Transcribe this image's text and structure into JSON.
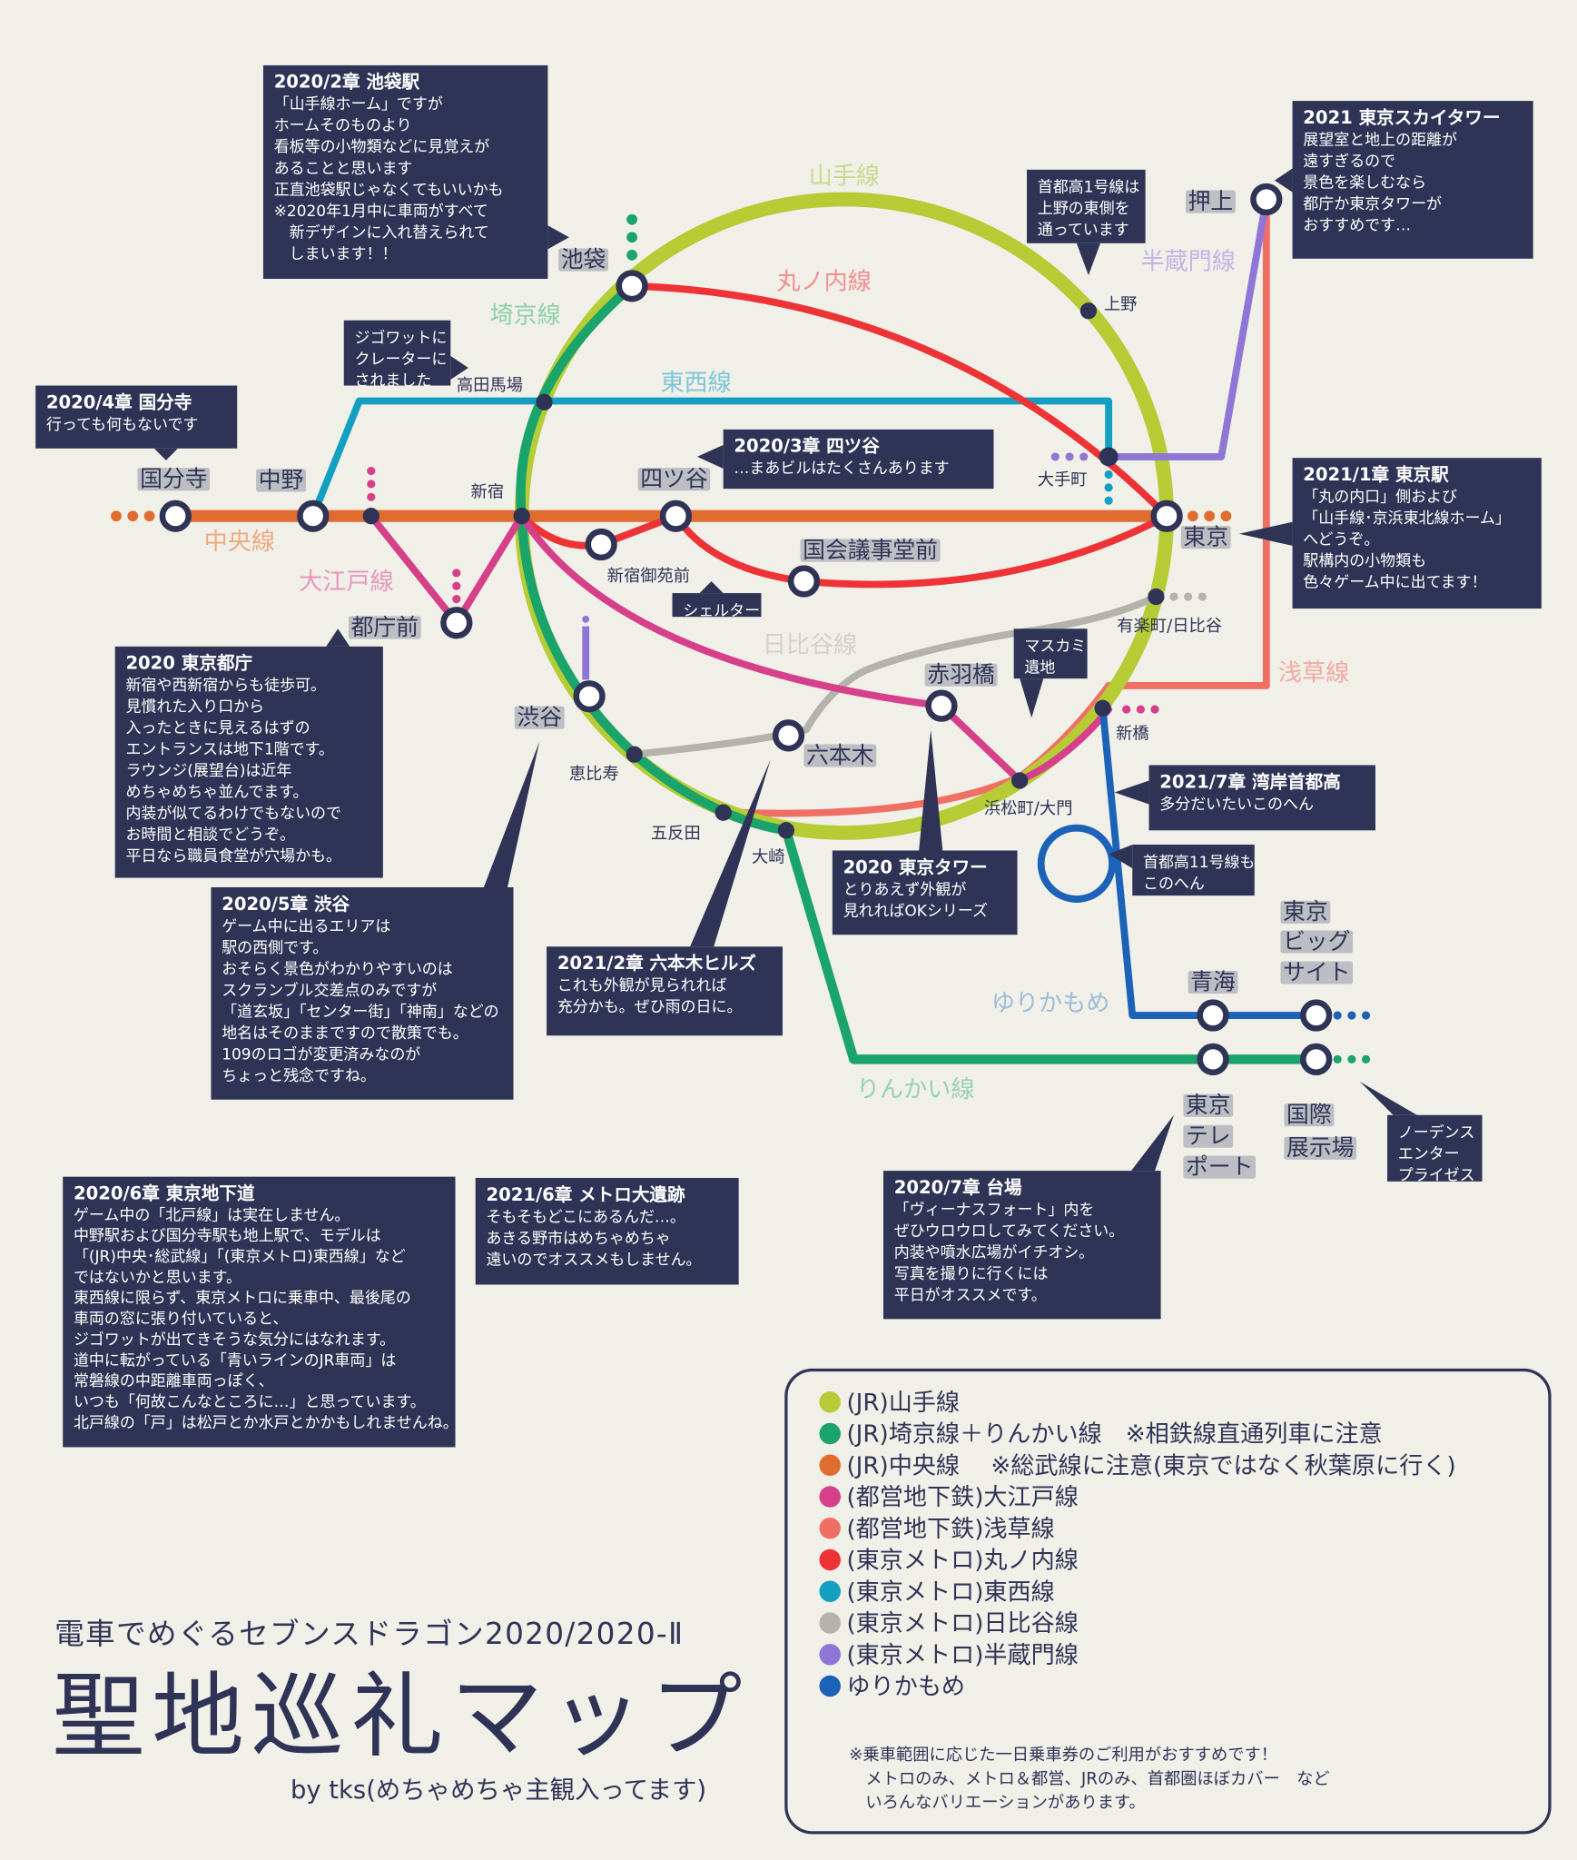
{
  "title": {
    "subtitle": "電車でめぐるセブンスドラゴン2020/2020-Ⅱ",
    "main": "聖地巡礼マップ",
    "byline": "by tks(めちゃめちゃ主観入ってます)"
  },
  "line_names": {
    "yamanote": "山手線",
    "marunouchi": "丸ノ内線",
    "saikyo": "埼京線",
    "tozai": "東西線",
    "chuo": "中央線",
    "oedo": "大江戸線",
    "hibiya": "日比谷線",
    "asakusa": "浅草線",
    "hanzomon": "半蔵門線",
    "yurikamome": "ゆりかもめ",
    "rinkai": "りんかい線"
  },
  "colors": {
    "yamanote": "#b5cc35",
    "saikyo": "#1aa36b",
    "chuo": "#e06c30",
    "oedo": "#d63f8a",
    "asakusa": "#ef6f64",
    "marunouchi": "#ee3337",
    "tozai": "#139fc1",
    "hibiya": "#b3b3ac",
    "hanzomon": "#8f76d6",
    "yurikamome": "#1b62b8",
    "box": "#2f3456",
    "background": "#f0efe8"
  },
  "stations": {
    "kokubunji": "国分寺",
    "nakano": "中野",
    "ikebukuro": "池袋",
    "yotsuya": "四ツ谷",
    "kokkai": "国会議事堂前",
    "tochomae": "都庁前",
    "shibuya": "渋谷",
    "roppongi": "六本木",
    "akabanebashi": "赤羽橋",
    "tokyo": "東京",
    "oshiage": "押上",
    "aomi": "青海",
    "bigsight": [
      "東京",
      "ビッグ",
      "サイト"
    ],
    "teleport": [
      "東京",
      "テレ",
      "ポート"
    ],
    "kokusai": [
      "国際",
      "展示場"
    ],
    "takadanobaba": "高田馬場",
    "shinjuku": "新宿",
    "shinjukugyoen": "新宿御苑前",
    "ueno": "上野",
    "otemachi": "大手町",
    "yurakucho": "有楽町/日比谷",
    "shinbashi": "新橋",
    "hamamatsucho": "浜松町/大門",
    "ebisu": "恵比寿",
    "gotanda": "五反田",
    "osaki": "大崎"
  },
  "callouts": [
    {
      "title": "2020/2章 池袋駅",
      "lines": [
        "「山手線ホーム」ですが",
        "ホームそのものより",
        "看板等の小物類などに見覚えが",
        "あることと思います",
        "正直池袋駅じゃなくてもいいかも",
        "※2020年1月中に車両がすべて",
        "　新デザインに入れ替えられて",
        "　しまいます！！"
      ]
    },
    {
      "title": "2020/4章 国分寺",
      "lines": [
        "行っても何もないです"
      ]
    },
    {
      "title": "",
      "lines": [
        "ジゴワットに",
        "クレーターに",
        "されました"
      ]
    },
    {
      "title": "2020/3章 四ツ谷",
      "lines": [
        "…まあビルはたくさんあります"
      ]
    },
    {
      "title": "",
      "lines": [
        "首都高1号線は",
        "上野の東側を",
        "通っています"
      ]
    },
    {
      "title": "2021 東京スカイタワー",
      "lines": [
        "展望室と地上の距離が",
        "遠すぎるので",
        "景色を楽しむなら",
        "都庁か東京タワーが",
        "おすすめです…"
      ]
    },
    {
      "title": "2021/1章 東京駅",
      "lines": [
        "「丸の内口」側および",
        "「山手線･京浜東北線ホーム」",
        "へどうぞ。",
        "駅構内の小物類も",
        "色々ゲーム中に出てます！"
      ]
    },
    {
      "title": "",
      "lines": [
        "シェルター"
      ]
    },
    {
      "title": "",
      "lines": [
        "マスカミ",
        "遺地"
      ]
    },
    {
      "title": "2020 東京都庁",
      "lines": [
        "新宿や西新宿からも徒歩可。",
        "見慣れた入り口から",
        "入ったときに見えるはずの",
        "エントランスは地下1階です。",
        "ラウンジ(展望台)は近年",
        "めちゃめちゃ並んでます。",
        "内装が似てるわけでもないので",
        "お時間と相談でどうぞ。",
        "平日なら職員食堂が穴場かも。"
      ]
    },
    {
      "title": "2020/5章 渋谷",
      "lines": [
        "ゲーム中に出るエリアは",
        "駅の西側です。",
        "おそらく景色がわかりやすいのは",
        "スクランブル交差点のみですが",
        "「道玄坂」「センター街」「神南」などの",
        "地名はそのままですので散策でも。",
        "109のロゴが変更済みなのが",
        "ちょっと残念ですね。"
      ]
    },
    {
      "title": "2021/2章 六本木ヒルズ",
      "lines": [
        "これも外観が見られれば",
        "充分かも。ぜひ雨の日に。"
      ]
    },
    {
      "title": "2020 東京タワー",
      "lines": [
        "とりあえず外観が",
        "見れればOKシリーズ"
      ]
    },
    {
      "title": "2021/7章 湾岸首都高",
      "lines": [
        "多分だいたいこのへん"
      ]
    },
    {
      "title": "",
      "lines": [
        "首都高11号線も",
        "このへん"
      ]
    },
    {
      "title": "",
      "lines": [
        "ノーデンス",
        "エンター",
        "プライゼス"
      ]
    },
    {
      "title": "2020/6章 東京地下道",
      "lines": [
        "ゲーム中の「北戸線」は実在しません。",
        "中野駅および国分寺駅も地上駅で、モデルは",
        "「(JR)中央･総武線」「(東京メトロ)東西線」など",
        "ではないかと思います。",
        "東西線に限らず、東京メトロに乗車中、最後尾の",
        "車両の窓に張り付いていると、",
        "ジゴワットが出てきそうな気分にはなれます。",
        "道中に転がっている「青いラインのJR車両」は",
        "常磐線の中距離車両っぽく、",
        "いつも「何故こんなところに…」と思っています。",
        "北戸線の「戸」は松戸とか水戸とかかもしれませんね。"
      ]
    },
    {
      "title": "2021/6章 メトロ大遺跡",
      "lines": [
        "そもそもどこにあるんだ…。",
        "あきる野市はめちゃめちゃ",
        "遠いのでオススメもしません。"
      ]
    },
    {
      "title": "2020/7章 台場",
      "lines": [
        "「ヴィーナスフォート」内を",
        "ぜひウロウロしてみてください。",
        "内装や噴水広場がイチオシ。",
        "写真を撮りに行くには",
        "平日がオススメです。"
      ]
    }
  ],
  "legend": {
    "items": [
      {
        "label": "(JR)山手線",
        "color": "#b5cc35"
      },
      {
        "label": "(JR)埼京線＋りんかい線　※相鉄線直通列車に注意",
        "color": "#1aa36b"
      },
      {
        "label": "(JR)中央線　 ※総武線に注意(東京ではなく秋葉原に行く)",
        "color": "#e06c30"
      },
      {
        "label": "(都営地下鉄)大江戸線",
        "color": "#d63f8a"
      },
      {
        "label": "(都営地下鉄)浅草線",
        "color": "#ef6f64"
      },
      {
        "label": "(東京メトロ)丸ノ内線",
        "color": "#ee3337"
      },
      {
        "label": "(東京メトロ)東西線",
        "color": "#139fc1"
      },
      {
        "label": "(東京メトロ)日比谷線",
        "color": "#b3b3ac"
      },
      {
        "label": "(東京メトロ)半蔵門線",
        "color": "#8f76d6"
      },
      {
        "label": "ゆりかもめ",
        "color": "#1b62b8"
      }
    ],
    "notes": [
      "※乗車範囲に応じた一日乗車券のご利用がおすすめです！",
      "　メトロのみ、メトロ＆都営、JRのみ、首都圏ほぼカバー　など",
      "　いろんなバリエーションがあります。"
    ]
  }
}
